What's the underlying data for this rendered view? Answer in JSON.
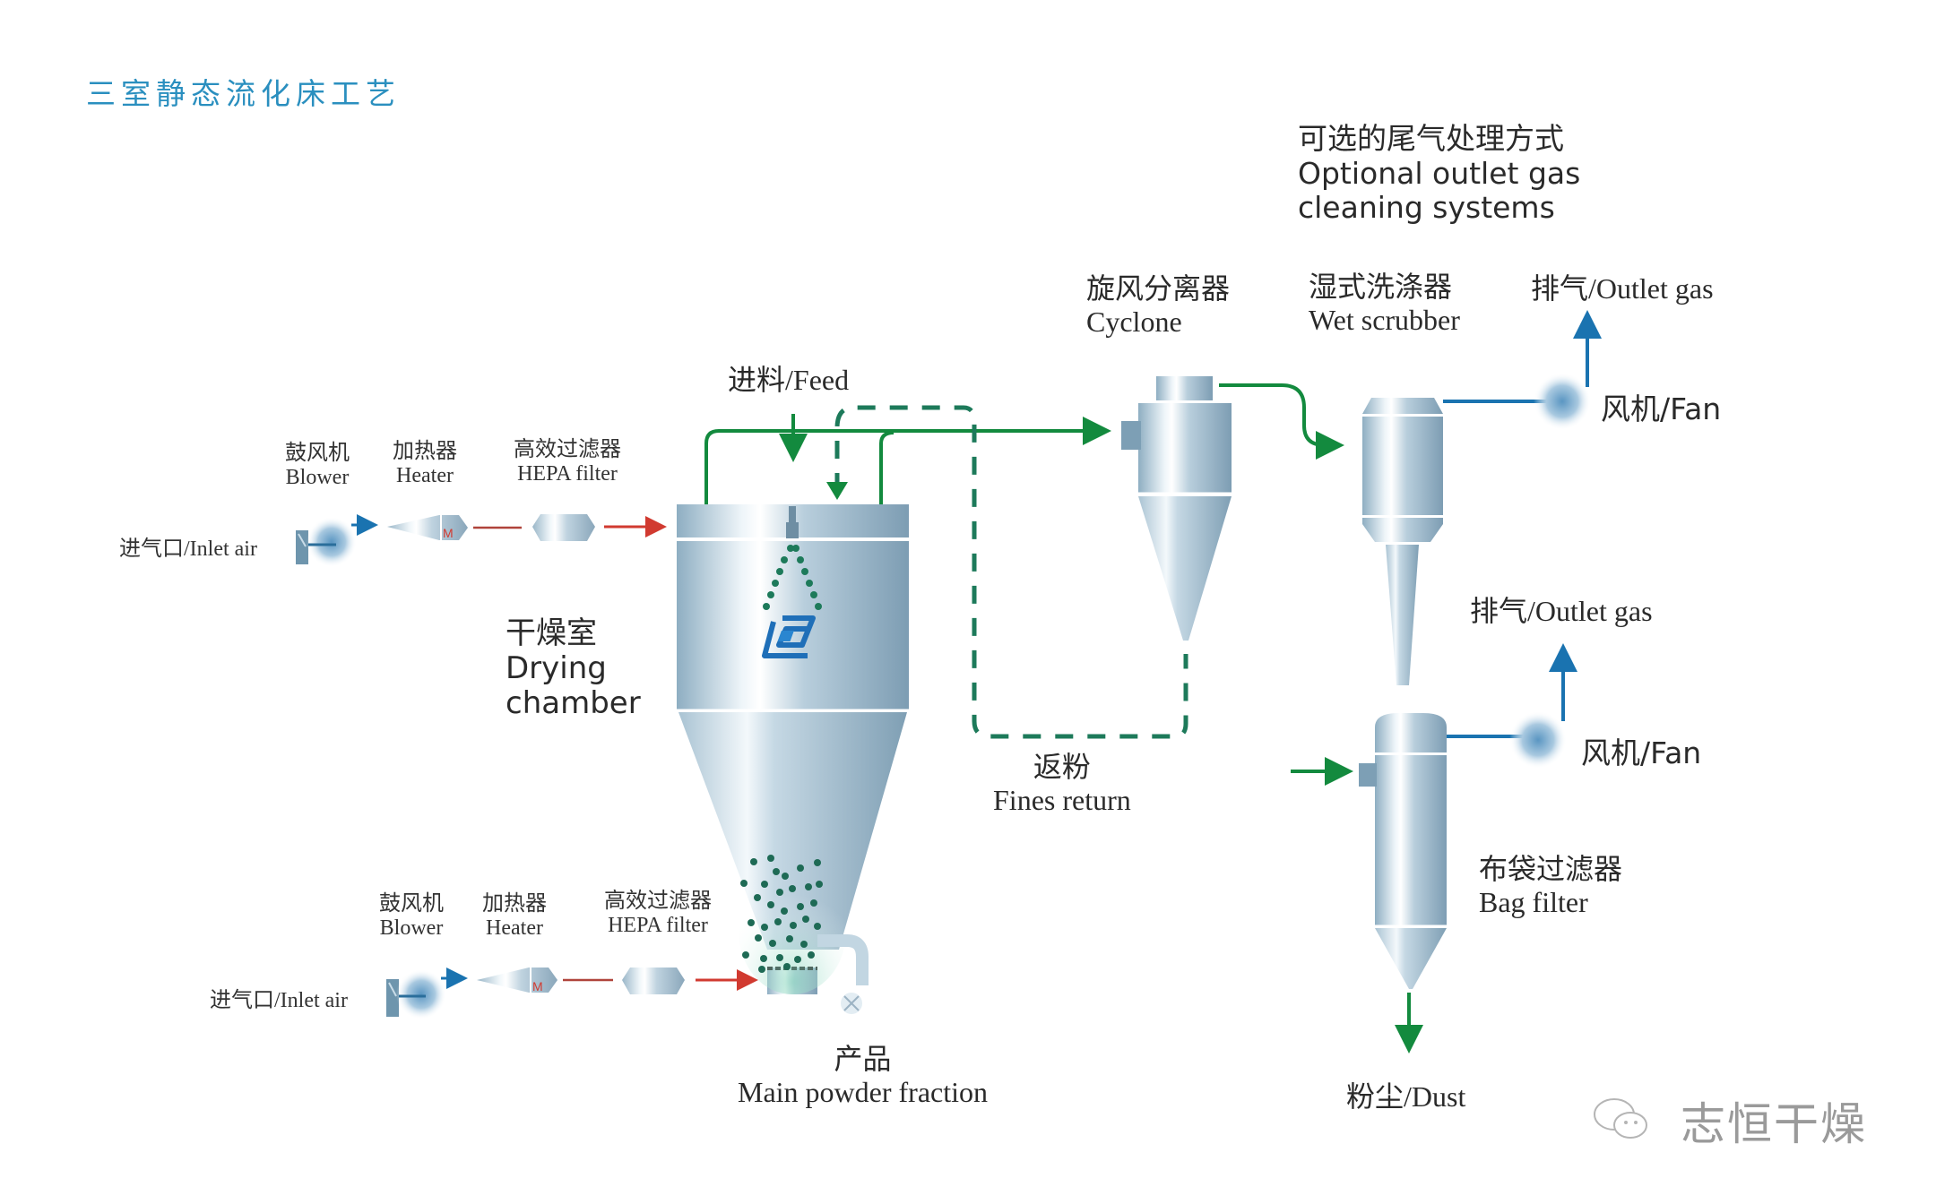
{
  "title": "三室静态流化床工艺",
  "optional_systems": {
    "zh": "可选的尾气处理方式",
    "en_line1": "Optional outlet gas",
    "en_line2": "cleaning systems"
  },
  "upper_air_line": {
    "inlet": "进气口/Inlet air",
    "blower_zh": "鼓风机",
    "blower_en": "Blower",
    "heater_zh": "加热器",
    "heater_en": "Heater",
    "filter_zh": "高效过滤器",
    "filter_en": "HEPA filter",
    "heater_mark": "M"
  },
  "lower_air_line": {
    "inlet": "进气口/Inlet air",
    "blower_zh": "鼓风机",
    "blower_en": "Blower",
    "heater_zh": "加热器",
    "heater_en": "Heater",
    "filter_zh": "高效过滤器",
    "filter_en": "HEPA filter",
    "heater_mark": "M"
  },
  "feed": "进料/Feed",
  "drying_chamber": {
    "zh": "干燥室",
    "en_line1": "Drying",
    "en_line2": "chamber"
  },
  "fines_return": {
    "zh": "返粉",
    "en": "Fines return"
  },
  "product": {
    "zh": "产品",
    "en": "Main powder fraction"
  },
  "cyclone": {
    "zh": "旋风分离器",
    "en": "Cyclone"
  },
  "wet_scrubber": {
    "zh": "湿式洗涤器",
    "en": "Wet scrubber"
  },
  "outlet_gas_top": "排气/Outlet gas",
  "fan_top": "风机/Fan",
  "outlet_gas_mid": "排气/Outlet gas",
  "fan_mid": "风机/Fan",
  "bag_filter": {
    "zh": "布袋过滤器",
    "en": "Bag filter"
  },
  "dust": "粉尘/Dust",
  "watermark": "志恒干燥",
  "colors": {
    "process_green": "#138a3e",
    "fines_dashed": "#1d7a5a",
    "gas_blue": "#1a73b0",
    "hot_air_red": "#d13a30",
    "title_blue": "#2a8fbf",
    "vessel_steel": "#9cb8c9"
  }
}
